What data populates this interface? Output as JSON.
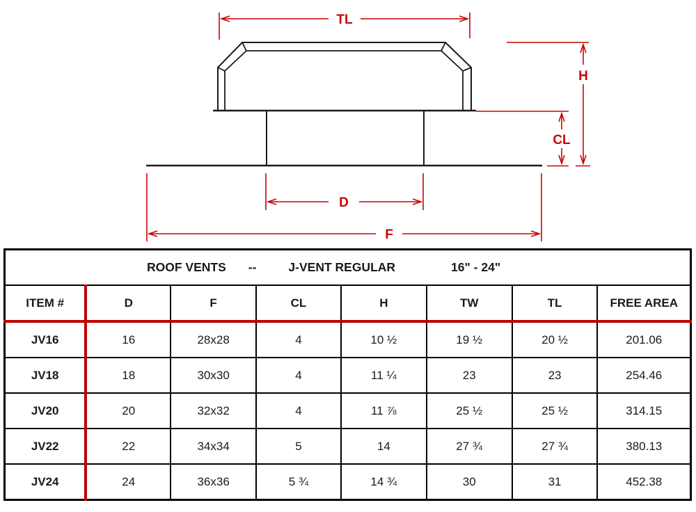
{
  "colors": {
    "dimension_red": "#cc0000",
    "table_accent_red": "#c00000",
    "line_black": "#1a1a1a"
  },
  "diagram": {
    "labels": {
      "tl": "TL",
      "h": "H",
      "cl": "CL",
      "d": "D",
      "f": "F"
    }
  },
  "table": {
    "title": {
      "part1": "ROOF VENTS",
      "separator": "--",
      "part2": "J-VENT REGULAR",
      "part3": "16\" - 24\""
    },
    "headers": [
      "ITEM #",
      "D",
      "F",
      "CL",
      "H",
      "TW",
      "TL",
      "FREE AREA"
    ],
    "rows": [
      {
        "cells": [
          "JV16",
          "16",
          "28x28",
          "4",
          "10 ½",
          "19 ½",
          "20 ½",
          "201.06"
        ]
      },
      {
        "cells": [
          "JV18",
          "18",
          "30x30",
          "4",
          "11 ¼",
          "23",
          "23",
          "254.46"
        ]
      },
      {
        "cells": [
          "JV20",
          "20",
          "32x32",
          "4",
          "11 ⅞",
          "25 ½",
          "25 ½",
          "314.15"
        ]
      },
      {
        "cells": [
          "JV22",
          "22",
          "34x34",
          "5",
          "14",
          "27 ¾",
          "27 ¾",
          "380.13"
        ]
      },
      {
        "cells": [
          "JV24",
          "24",
          "36x36",
          "5 ¾",
          "14 ¾",
          "30",
          "31",
          "452.38"
        ]
      }
    ]
  }
}
